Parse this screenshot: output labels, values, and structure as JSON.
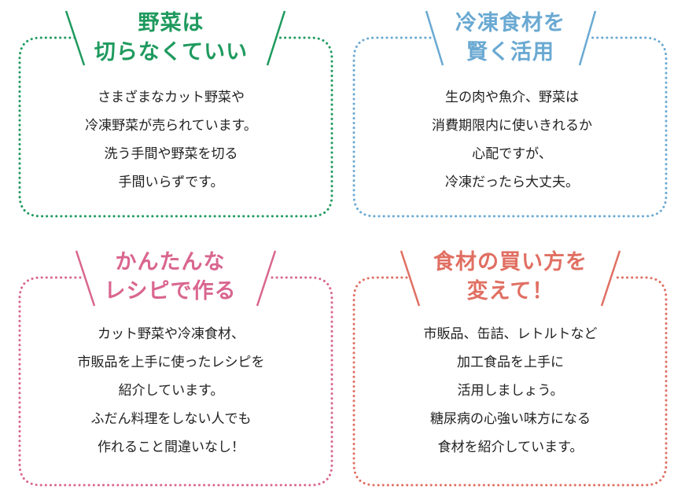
{
  "colors": {
    "green": "#1f9a5e",
    "blue": "#6aa9d2",
    "pink": "#d9668f",
    "coral": "#e06f62",
    "text": "#222222"
  },
  "cards": [
    {
      "id": "top-left",
      "accent": "green",
      "title": [
        "野菜は",
        "切らなくていい"
      ],
      "body": [
        "さまざまなカット野菜や",
        "冷凍野菜が売られています。",
        "洗う手間や野菜を切る",
        "手間いらずです。"
      ]
    },
    {
      "id": "top-right",
      "accent": "blue",
      "title": [
        "冷凍食材を",
        "賢く活用"
      ],
      "body": [
        "生の肉や魚介、野菜は",
        "消費期限内に使いきれるか",
        "心配ですが、",
        "冷凍だったら大丈夫。"
      ]
    },
    {
      "id": "bottom-left",
      "accent": "pink",
      "title": [
        "かんたんな",
        "レシピで作る"
      ],
      "body": [
        "カット野菜や冷凍食材、",
        "市販品を上手に使ったレシピを",
        "紹介しています。",
        "ふだん料理をしない人でも",
        "作れること間違いなし！"
      ]
    },
    {
      "id": "bottom-right",
      "accent": "coral",
      "title": [
        "食材の買い方を",
        "変えて！"
      ],
      "body": [
        "市販品、缶詰、レトルトなど",
        "加工食品を上手に",
        "活用しましょう。",
        "糖尿病の心強い味方になる",
        "食材を紹介しています。"
      ]
    }
  ]
}
